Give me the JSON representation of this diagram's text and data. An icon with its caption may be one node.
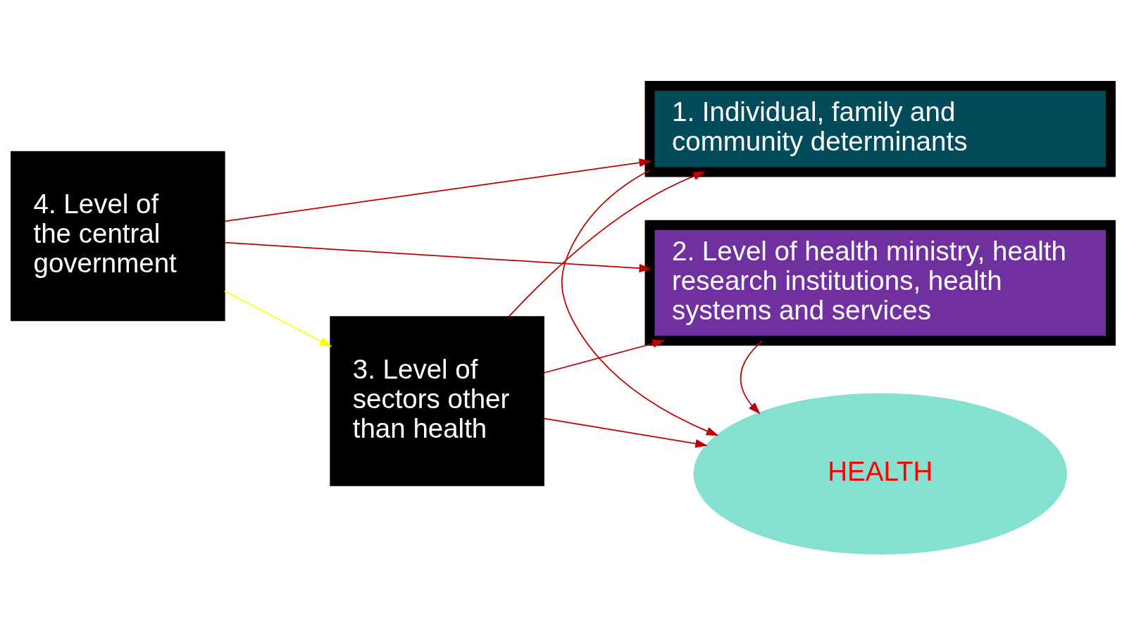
{
  "diagram": {
    "nodes": [
      {
        "text": [
          "1. Individual, family and community determinants"
        ]
      },
      {
        "text": [
          "HEALTH"
        ]
      },
      {
        "text": [
          "4. Level of the central government"
        ]
      },
      {
        "text": [
          "3. Level of sectors other than health"
        ]
      },
      {
        "text": [
          "2. Level of health ministry, health research institutions, health systems and services"
        ]
      }
    ],
    "edges": [
      {
        "from": 2,
        "to": 0,
        "arrow": "to"
      },
      {
        "from": 3,
        "to": 0,
        "arrow": "to"
      },
      {
        "from": 0,
        "to": 1,
        "arrow": "to"
      },
      {
        "from": 2,
        "to": 3,
        "arrow": "to",
        "color": "#ffff00"
      },
      {
        "from": 3,
        "to": 1,
        "arrow": "to"
      },
      {
        "from": 3,
        "to": 4,
        "arrow": "to"
      },
      {
        "from": 2,
        "to": 4,
        "arrow": "to"
      },
      {
        "from": 4,
        "to": 1,
        "arrow": "to"
      }
    ]
  }
}
